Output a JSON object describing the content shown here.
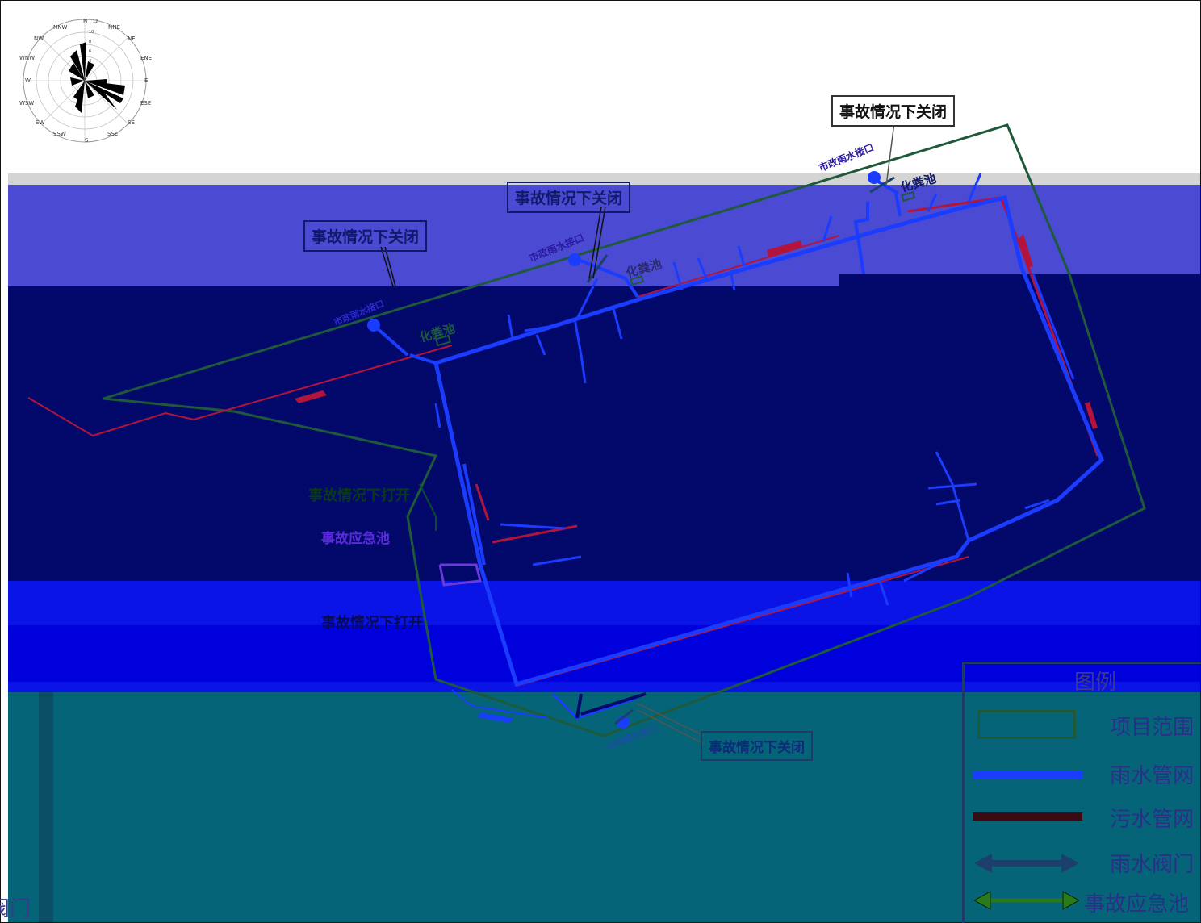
{
  "callouts": {
    "close_top_right": "事故情况下关闭",
    "close_mid": "事故情况下关闭",
    "close_left": "事故情况下关闭",
    "close_bottom": "事故情况下关闭",
    "open_upper": "事故情况下打开",
    "open_lower": "事故情况下打开"
  },
  "labels": {
    "municipal_outlet_top": "市政雨水接口",
    "municipal_outlet_mid": "市政雨水接口",
    "municipal_outlet_left": "市政雨水接口",
    "municipal_outlet_bottom": "市政雨水接口",
    "septic_top": "化粪池",
    "septic_mid": "化粪池",
    "septic_left": "化粪池",
    "emergency_pool": "事故应急池"
  },
  "legend": {
    "title": "图例",
    "items": [
      {
        "label": "项目范围",
        "symbol": "rect-outline",
        "color": "#1e5a3a"
      },
      {
        "label": "雨水管网",
        "symbol": "line",
        "color": "#1a3cff"
      },
      {
        "label": "污水管网",
        "symbol": "line",
        "color": "#3a0a14"
      },
      {
        "label": "雨水阀门",
        "symbol": "double-arrow",
        "color": "#1d3f6b"
      },
      {
        "label": "事故应急池",
        "symbol": "double-arrow",
        "color": "#2a7a1a"
      }
    ]
  },
  "edge_fragment": "阀门",
  "compass": {
    "directions": [
      "N",
      "NNE",
      "NE",
      "ENE",
      "E",
      "ESE",
      "SE",
      "SSE",
      "S",
      "SSW",
      "SW",
      "WSW",
      "W",
      "WNW",
      "NW",
      "NNW"
    ],
    "ring_labels": [
      "12",
      "10",
      "8",
      "6",
      "4"
    ]
  },
  "colors": {
    "band_light": "#d4d4d4",
    "band_violet": "#4a4ad2",
    "band_navy": "#03086b",
    "band_blue": "#0a14e6",
    "band_teal": "#056478",
    "rain_pipe": "#1a3cff",
    "sewage_pipe": "#b4143c",
    "boundary": "#1e5a3a"
  }
}
